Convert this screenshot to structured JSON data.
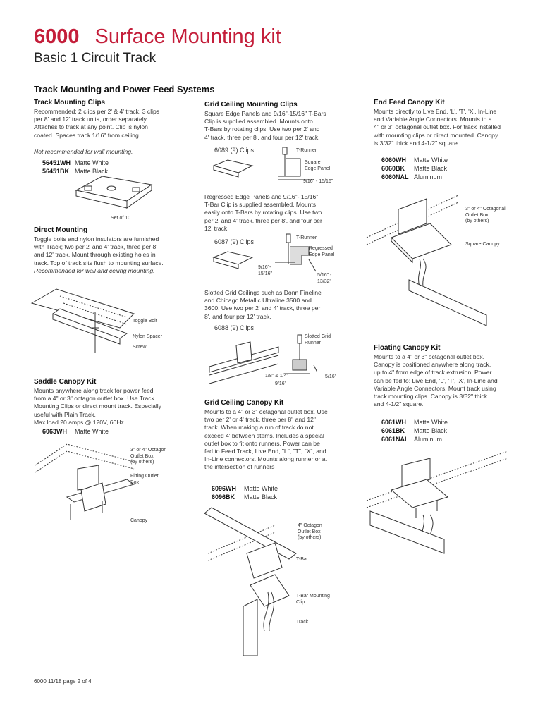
{
  "header": {
    "model": "6000",
    "title": "Surface Mounting kit",
    "subtitle": "Basic 1 Circuit Track"
  },
  "section_title": "Track Mounting and Power Feed Systems",
  "col1": {
    "track_clips": {
      "heading": "Track Mounting Clips",
      "body": [
        "Recommended: 2 clips per 2' & 4' track, 3 clips",
        "per 8' and 12' track units, order separately.",
        "Attaches to track at any point. Clip is nylon",
        "coated. Spaces track 1/16\" from ceiling."
      ],
      "note": "Not recommended for wall mounting.",
      "skus": [
        {
          "code": "56451WH",
          "finish": "Matte White"
        },
        {
          "code": "56451BK",
          "finish": "Matte Black"
        }
      ],
      "caption": "Set of 10"
    },
    "direct": {
      "heading": "Direct Mounting",
      "body": [
        "Toggle bolts and nylon insulators are furnished",
        "with Track; two per 2' and 4' track, three per 8'",
        "and 12' track. Mount through existing holes in",
        "track. Top of track sits flush to mounting surface."
      ],
      "note": "Recommended for wall and ceiling mounting.",
      "labels": [
        "Toggle Bolt",
        "Nylon Spacer",
        "Screw"
      ]
    },
    "saddle": {
      "heading": "Saddle Canopy Kit",
      "body": [
        "Mounts anywhere along track for power feed",
        "from a 4\" or 3\" octagon outlet box. Use Track",
        "Mounting Clips or direct mount track. Especially",
        "useful with Plain Track.",
        "Max load 20 amps @ 120V, 60Hz."
      ],
      "sku": {
        "code": "6063WH",
        "finish": "Matte White"
      },
      "labels": [
        "3\" or 4\" Octagon",
        "Outlet Box",
        "(by others)",
        "Fitting Outlet",
        "Box",
        "Canopy"
      ]
    }
  },
  "col2": {
    "grid_clips": {
      "heading": "Grid Ceiling Mounting Clips",
      "body1": [
        "Square Edge Panels and 9/16\"-15/16\" T-Bars",
        "Clip is supplied assembled. Mounts onto",
        "T-Bars by rotating clips. Use two per 2' and",
        "4' track, three per 8', and four per 12' track."
      ],
      "sku1": "6089 (9) Clips",
      "labels1": [
        "T-Runner",
        "Square",
        "Edge Panel",
        "9/16\" - 15/16\""
      ],
      "body2": [
        "Regressed Edge Panels and 9/16\"- 15/16\"",
        "T-Bar Clip is supplied assembled. Mounts",
        "easily onto T-Bars by rotating clips. Use two",
        "per 2' and  4' track, three per 8', and four per",
        "12' track."
      ],
      "sku2": "6087 (9) Clips",
      "labels2": [
        "T-Runner",
        "Regressed",
        "Edge Panel",
        "9/16\"-",
        "15/16\"",
        "5/16\" -",
        "13/32\""
      ],
      "body3": [
        "Slotted Grid Ceilings such as Donn Fineline",
        "and Chicago Metallic Ultraline 3500 and",
        "3600. Use two per 2' and 4' track, three per",
        "8', and four per 12' track."
      ],
      "sku3": "6088 (9) Clips",
      "labels3": [
        "Slotted Grid",
        "Runner",
        "1/8\" & 1/4\"",
        "9/16\"",
        "5/16\""
      ]
    },
    "grid_canopy": {
      "heading": "Grid Ceiling Canopy Kit",
      "body": [
        "Mounts to a 4\" or 3\" octagonal outlet box. Use",
        "two per 2' or 4' track, three per 8\" and 12\"",
        "track. When making a run of track do not",
        "exceed 4' between stems. Includes a special",
        "outlet box to fit onto runners. Power can be",
        "fed to Feed Track, Live End, \"L\", \"T\", \"X\", and",
        "In-Line connectors. Mounts along runner or at",
        "the intersection of runners"
      ],
      "skus": [
        {
          "code": "6096WH",
          "finish": "Matte White"
        },
        {
          "code": "6096BK",
          "finish": "Matte Black"
        }
      ],
      "labels": [
        "4\" Octagon",
        "Outlet Box",
        "(by others)",
        "T-Bar",
        "T-Bar Mounting",
        "Clip",
        "Track"
      ]
    }
  },
  "col3": {
    "end_feed": {
      "heading": "End Feed Canopy Kit",
      "body": [
        "Mounts directly to Live End, 'L', 'T', 'X', In-Line",
        "and Variable Angle Connectors. Mounts to a",
        "4\" or 3\" octagonal outlet box. For track installed",
        "with mounting clips or direct mounted. Canopy",
        "is 3/32\" thick and 4-1/2\" square."
      ],
      "skus": [
        {
          "code": "6060WH",
          "finish": "Matte White"
        },
        {
          "code": "6060BK",
          "finish": "Matte Black"
        },
        {
          "code": "6060NAL",
          "finish": "Aluminum"
        }
      ],
      "labels": [
        "3\" or 4\" Octagonal",
        "Outlet Box",
        "(by others)",
        "Square Canopy"
      ]
    },
    "floating": {
      "heading": "Floating Canopy Kit",
      "body": [
        "Mounts to a 4\" or 3\" octagonal outlet box.",
        "Canopy is positioned anywhere along track,",
        "up to 4\" from edge of track extrusion. Power",
        "can be fed to: Live End, 'L', 'T', 'X', In-Line and",
        "Variable Angle Connectors. Mount track using",
        "track mounting clips. Canopy is 3/32\" thick",
        "and 4-1/2\" square."
      ],
      "skus": [
        {
          "code": "6061WH",
          "finish": "Matte White"
        },
        {
          "code": "6061BK",
          "finish": "Matte Black"
        },
        {
          "code": "6061NAL",
          "finish": "Aluminum"
        }
      ]
    }
  },
  "footer": "6000   11/18   page 2 of 4",
  "colors": {
    "accent": "#c41e3a",
    "text": "#222222",
    "line": "#333333"
  }
}
